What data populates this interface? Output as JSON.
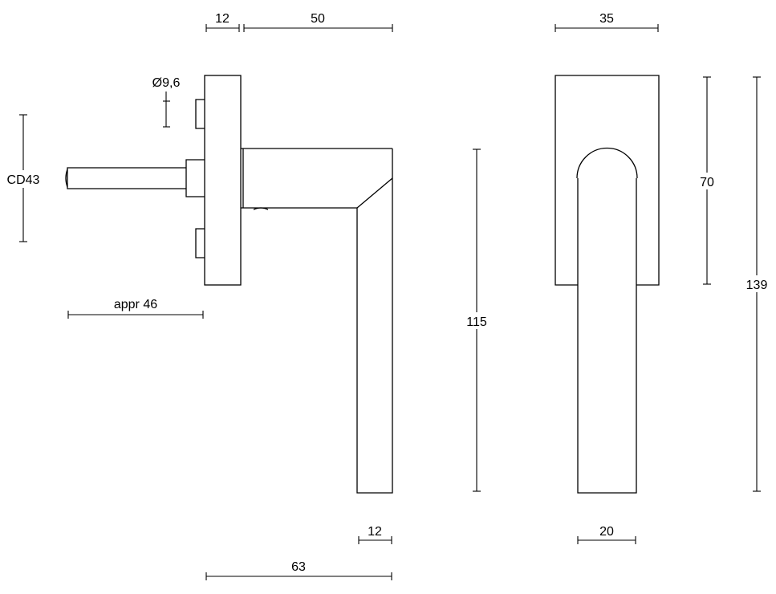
{
  "drawing": {
    "title": "Window handle technical drawing",
    "views": [
      "side-view",
      "front-view"
    ],
    "line_color": "#000000",
    "background": "#ffffff"
  },
  "dimensions": {
    "rose_thickness": "12",
    "lever_projection": "50",
    "spindle_diameter": "Ø9,6",
    "center_distance": "CD43",
    "spindle_length": "appr 46",
    "lever_length": "115",
    "lever_thickness": "12",
    "overall_projection": "63",
    "rose_width": "35",
    "rose_height": "70",
    "overall_height": "139",
    "lever_width": "20"
  }
}
